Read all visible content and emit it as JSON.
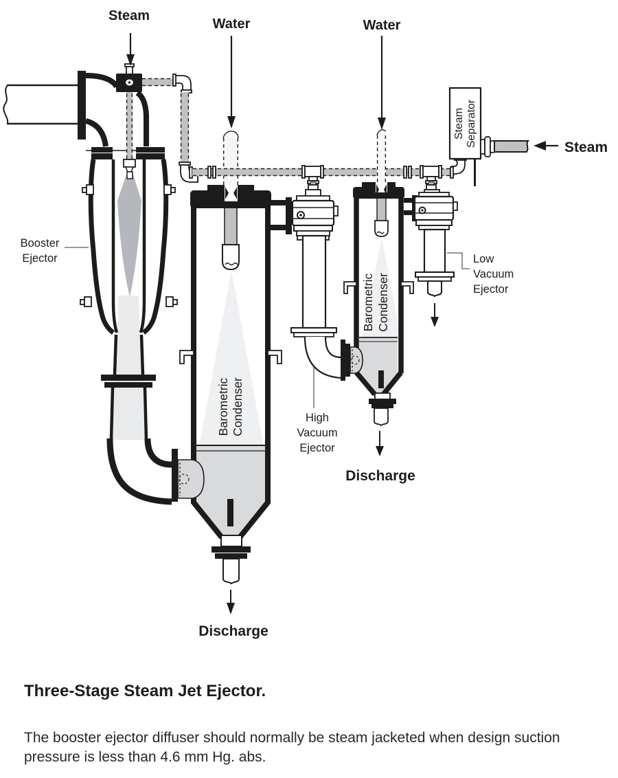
{
  "diagram": {
    "flow_labels": {
      "steam_top": "Steam",
      "water_left": "Water",
      "water_right": "Water",
      "steam_right": "Steam",
      "discharge_main": "Discharge",
      "discharge_second": "Discharge"
    },
    "equipment": {
      "booster": {
        "line1": "Booster",
        "line2": "Ejector"
      },
      "separator": {
        "line1": "Steam",
        "line2": "Separator"
      },
      "condenser1": {
        "line1": "Barometric",
        "line2": "Condenser"
      },
      "condenser2": {
        "line1": "Barometric",
        "line2": "Condenser"
      },
      "high_vacuum": {
        "line1": "High",
        "line2": "Vacuum",
        "line3": "Ejector"
      },
      "low_vacuum": {
        "line1": "Low",
        "line2": "Vacuum",
        "line3": "Ejector"
      }
    },
    "colors": {
      "ink": "#1c1c1c",
      "pipe": "#c0c1c3",
      "jet": "#b4b7bb",
      "flow": "#e9eaec",
      "spray": "#eff0f2",
      "pool": "#d9dadc",
      "inlet": "#d6d7d9",
      "paper": "#ffffff"
    }
  },
  "caption": {
    "title": "Three-Stage Steam Jet Ejector.",
    "body": "The booster ejector diffuser should normally be steam jacketed when design suction pressure is less than 4.6 mm Hg. abs."
  }
}
